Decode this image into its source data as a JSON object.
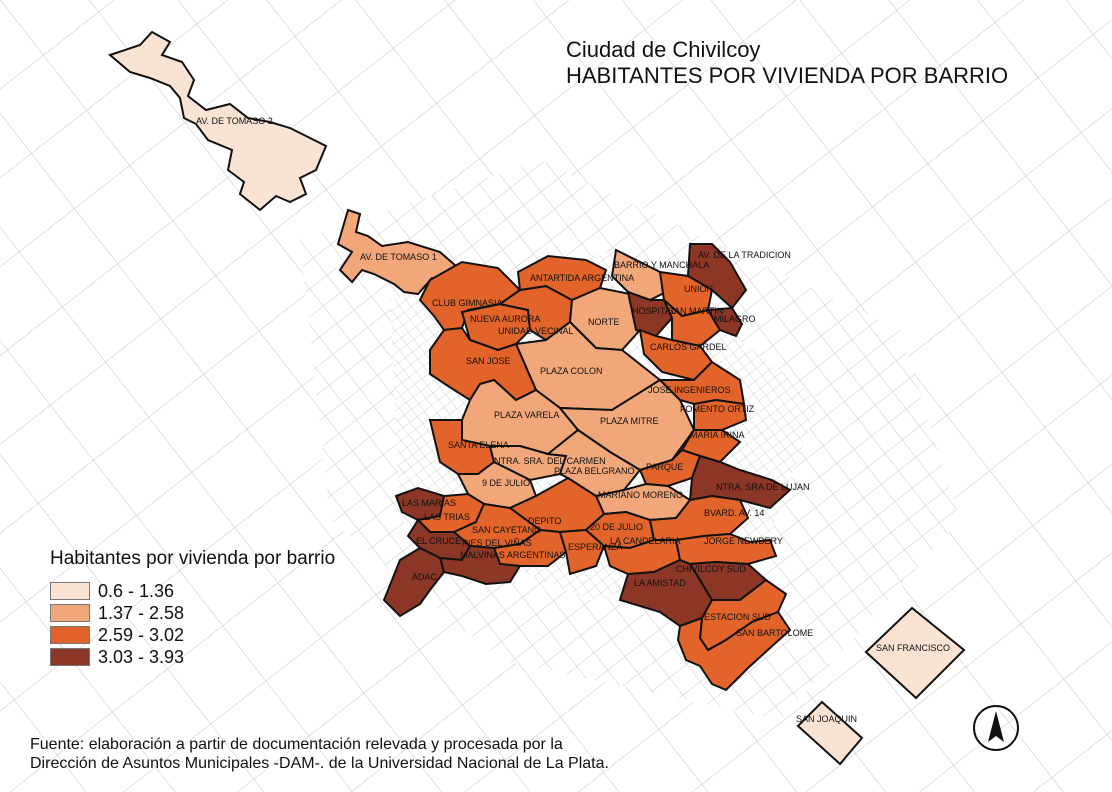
{
  "title": {
    "line1": "Ciudad de Chivilcoy",
    "line2": "HABITANTES POR VIVIENDA POR BARRIO"
  },
  "legend": {
    "title": "Habitantes por vivienda por barrio",
    "classes": [
      {
        "label": "0.6 - 1.36",
        "color": "#fbe3d3"
      },
      {
        "label": "1.37 - 2.58",
        "color": "#f2a77a"
      },
      {
        "label": "2.59 - 3.02",
        "color": "#e2642a"
      },
      {
        "label": "3.03 - 3.93",
        "color": "#8c3726"
      }
    ]
  },
  "source": {
    "line1": "Fuente: elaboración a partir de documentación  relevada y procesada por la",
    "line2": "Dirección de Asuntos Municipales -DAM-. de la Universidad Nacional de La Plata."
  },
  "barrios": [
    {
      "name": "AV. DE TOMASO 2",
      "class": 0
    },
    {
      "name": "AV. DE TOMASO 1",
      "class": 1
    },
    {
      "name": "ANTARTIDA ARGENTINA",
      "class": 2
    },
    {
      "name": "BARRIO Y MANCHALA",
      "class": 1
    },
    {
      "name": "AV. DE LA TRADICION",
      "class": 3
    },
    {
      "name": "UNION",
      "class": 2
    },
    {
      "name": "CLUB GIMNASIA",
      "class": 2
    },
    {
      "name": "NUEVA AURORA",
      "class": 2
    },
    {
      "name": "UNIDAD VECINAL",
      "class": 2
    },
    {
      "name": "NORTE",
      "class": 1
    },
    {
      "name": "HOSPITAL",
      "class": 3
    },
    {
      "name": "SAN MARTIN",
      "class": 2
    },
    {
      "name": "MILAGRO",
      "class": 3
    },
    {
      "name": "CARLOS GARDEL",
      "class": 2
    },
    {
      "name": "SAN JOSE",
      "class": 2
    },
    {
      "name": "PLAZA COLON",
      "class": 1
    },
    {
      "name": "JOSE INGENIEROS",
      "class": 2
    },
    {
      "name": "FOMENTO ORTIZ",
      "class": 2
    },
    {
      "name": "PLAZA VARELA",
      "class": 1
    },
    {
      "name": "PLAZA MITRE",
      "class": 1
    },
    {
      "name": "MARIA IRINA",
      "class": 2
    },
    {
      "name": "SANTA ELENA",
      "class": 2
    },
    {
      "name": "NTRA. SRA. DEL CARMEN",
      "class": 1
    },
    {
      "name": "PLAZA BELGRANO",
      "class": 1
    },
    {
      "name": "PARQUE",
      "class": 2
    },
    {
      "name": "9 DE JULIO",
      "class": 1
    },
    {
      "name": "MARIANO MORENO",
      "class": 1
    },
    {
      "name": "NTRA. SRA DE LUJAN",
      "class": 3
    },
    {
      "name": "LAS MARIAS",
      "class": 3
    },
    {
      "name": "LAS TRIAS",
      "class": 2
    },
    {
      "name": "DEPITO",
      "class": 2
    },
    {
      "name": "20 DE JULIO",
      "class": 2
    },
    {
      "name": "BVARD. AV. 14",
      "class": 2
    },
    {
      "name": "SAN CAYETANO",
      "class": 2
    },
    {
      "name": "EL CRUCE",
      "class": 3
    },
    {
      "name": "PIES DEL VIÑAS",
      "class": 2
    },
    {
      "name": "ESPERANZA",
      "class": 2
    },
    {
      "name": "LA CANDELARIA",
      "class": 2
    },
    {
      "name": "JORGE NEWBERY",
      "class": 2
    },
    {
      "name": "MALVINAS ARGENTINAS",
      "class": 3
    },
    {
      "name": "ADAC",
      "class": 3
    },
    {
      "name": "LA AMISTAD",
      "class": 3
    },
    {
      "name": "CHIVILCOY SUD",
      "class": 3
    },
    {
      "name": "ESTACION SUD",
      "class": 2
    },
    {
      "name": "SAN BARTOLOME",
      "class": 2
    },
    {
      "name": "SAN FRANCISCO",
      "class": 0
    },
    {
      "name": "SAN JOAQUIN",
      "class": 0
    }
  ]
}
